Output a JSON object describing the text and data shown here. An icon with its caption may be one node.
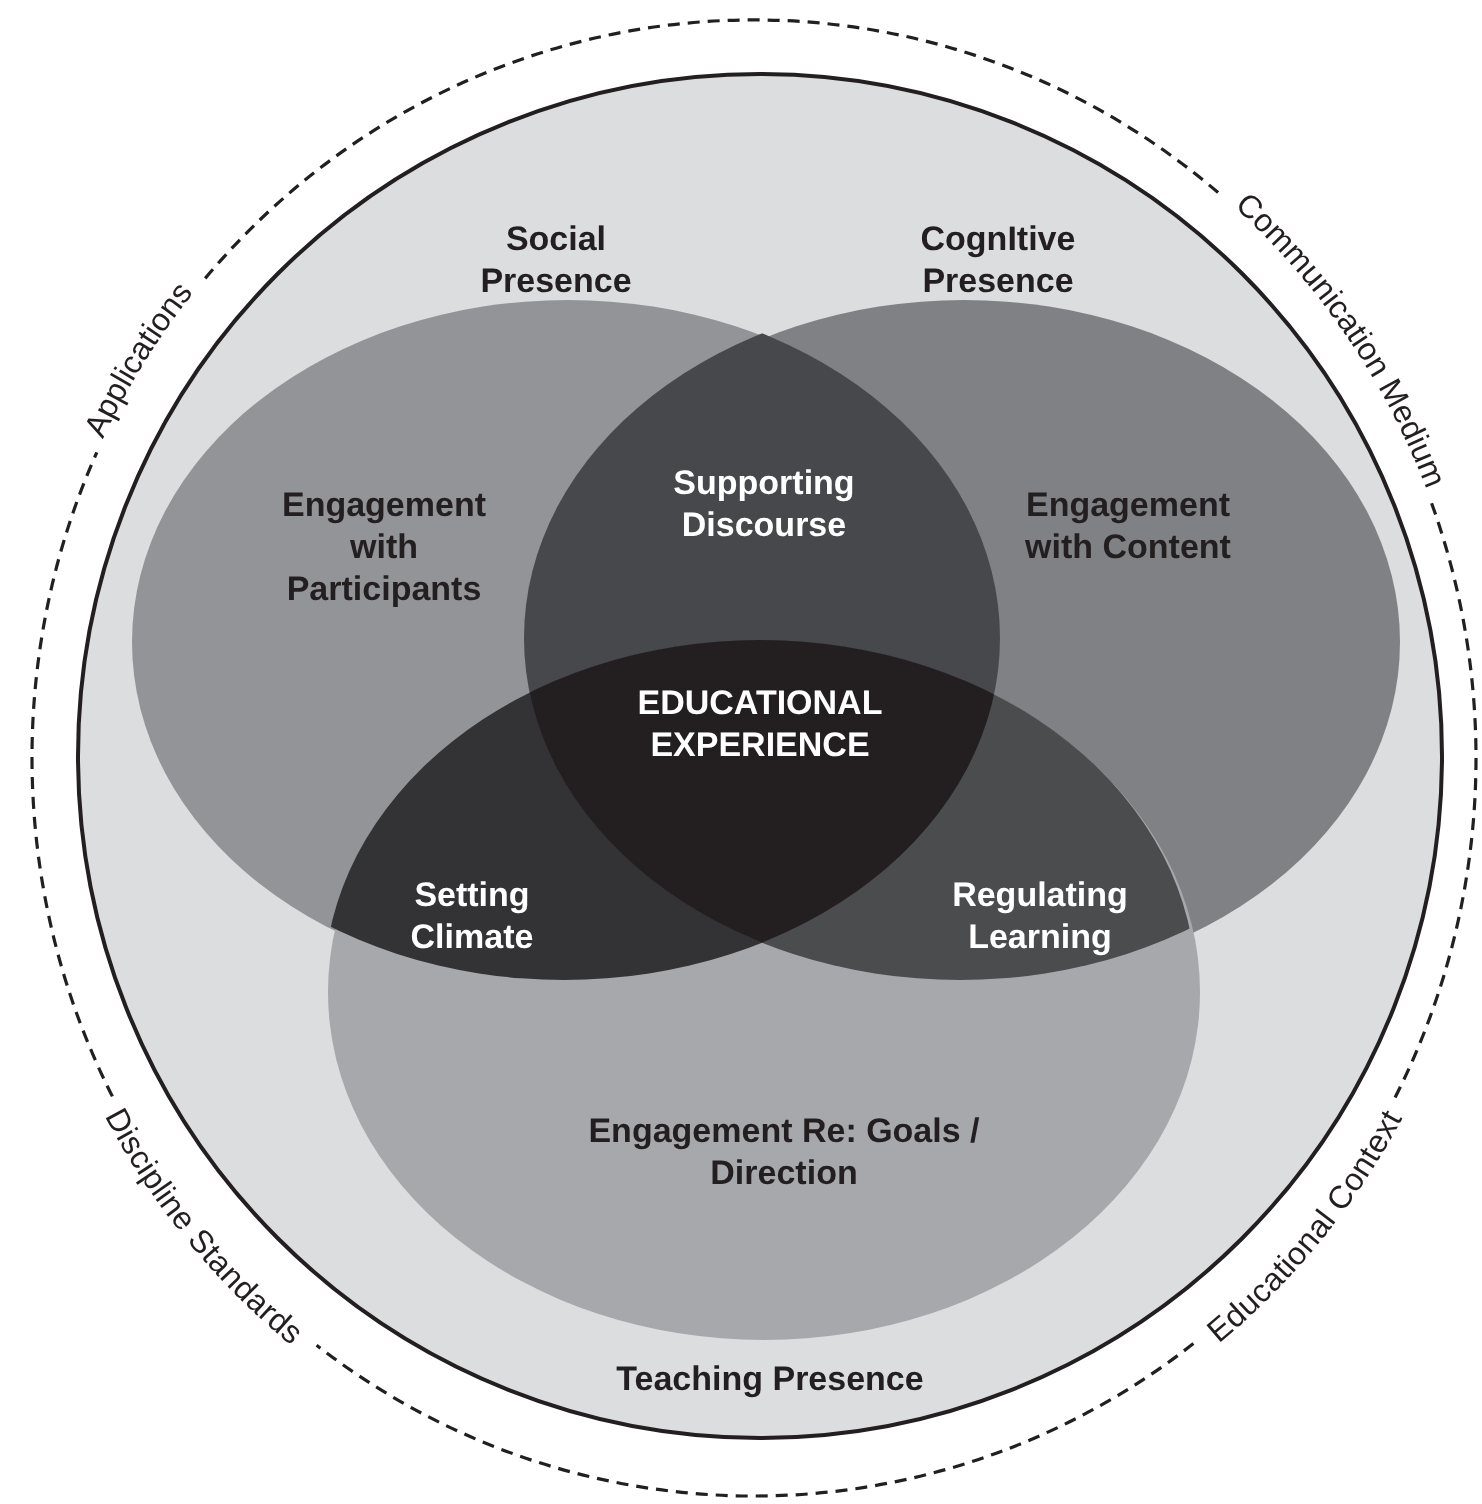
{
  "diagram": {
    "nodes": [
      {
        "text": [],
        "shape": "circle"
      },
      {
        "text": [
          "Social Presence",
          "Engagement with Participants"
        ],
        "in": 0
      },
      {
        "text": [
          "CognItive Presence",
          "Engagement with Content"
        ],
        "in": 0
      },
      {
        "text": [
          "Engagement Re: Goals / Direction",
          "Teaching Presence"
        ],
        "in": 0
      }
    ],
    "edges": [],
    "labels": [
      "Applications",
      "Communication Medium",
      "Supporting Discourse",
      "EDUCATIONAL EXPERIENCE",
      "Setting Climate",
      "Regulating Learning",
      "Discipline Standards",
      "Educational Context"
    ]
  }
}
